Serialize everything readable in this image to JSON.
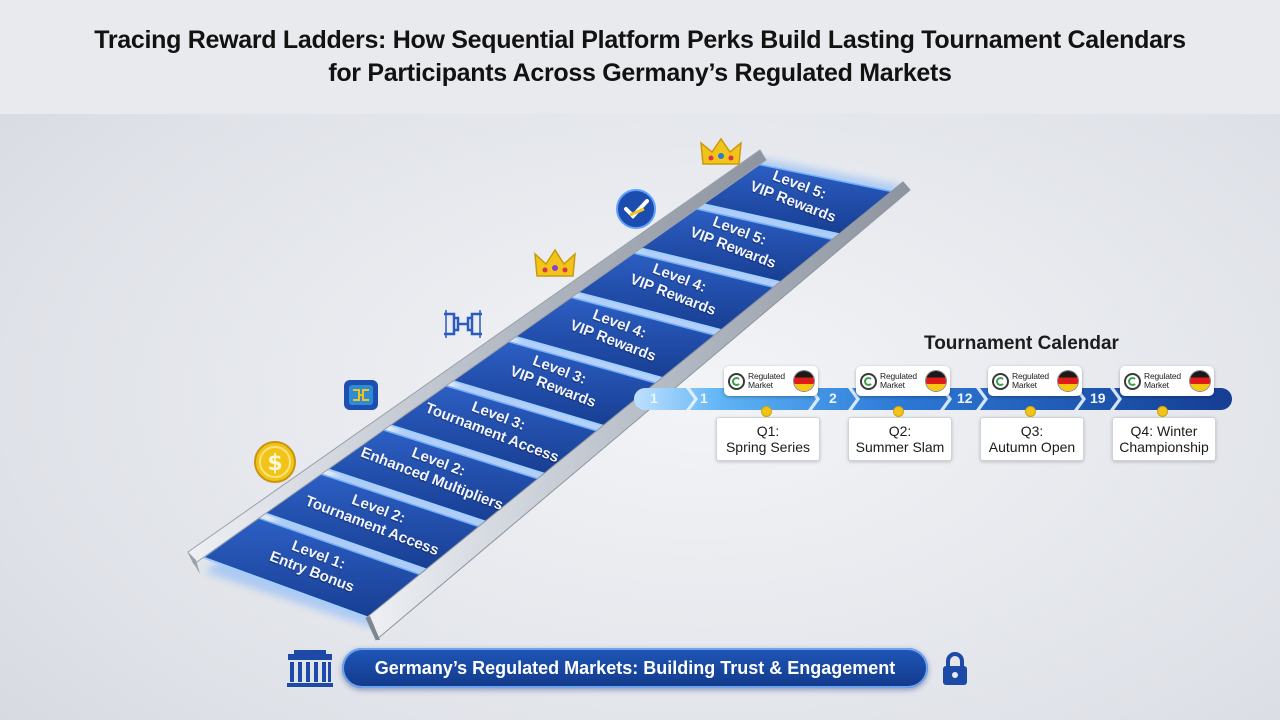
{
  "header": {
    "title_line1": "Tracing Reward Ladders: How Sequential Platform Perks Build Lasting Tournament Calendars",
    "title_line2": "for Participants Across Germany’s Regulated Markets"
  },
  "ladder": {
    "rungs": [
      {
        "line1": "Level 1:",
        "line2": "Entry Bonus"
      },
      {
        "line1": "Level 2:",
        "line2": "Tournament Access"
      },
      {
        "line1": "Level 2:",
        "line2": "Enhanced Multipliers"
      },
      {
        "line1": "Level 3:",
        "line2": "Tournament Access"
      },
      {
        "line1": "Level 3:",
        "line2": "VIP Rewards"
      },
      {
        "line1": "Level 4:",
        "line2": "VIP Rewards"
      },
      {
        "line1": "Level 4:",
        "line2": "VIP Rewards"
      },
      {
        "line1": "Level 5:",
        "line2": "VIP Rewards"
      },
      {
        "line1": "Level 5:",
        "line2": "VIP Rewards"
      }
    ],
    "icons": [
      "coin-icon",
      "network-chip-icon",
      "circuit-icon",
      "crown-icon",
      "checkmark-badge-icon",
      "crown-icon"
    ]
  },
  "calendar": {
    "title": "Tournament Calendar",
    "timeline_numbers": [
      "1",
      "1",
      "2",
      "12",
      "19"
    ],
    "badge": {
      "line1": "Regulated",
      "line2": "Market"
    },
    "quarters": [
      {
        "line1": "Q1:",
        "line2": "Spring Series"
      },
      {
        "line1": "Q2:",
        "line2": "Summer Slam"
      },
      {
        "line1": "Q3:",
        "line2": "Autumn Open"
      },
      {
        "line1": "Q4: Winter",
        "line2": "Championship"
      }
    ]
  },
  "footer": {
    "text": "Germany’s Regulated Markets: Building Trust & Engagement",
    "left_icon": "gate-building-icon",
    "right_icon": "padlock-icon"
  },
  "colors": {
    "rung_blue": "#1d4aa6",
    "rail_silver": "#c9ced6",
    "glow_blue": "#3d8bff",
    "timeline_blue": "#1e4fb0",
    "footer_blue": "#173f95",
    "gold": "#f2c318"
  }
}
